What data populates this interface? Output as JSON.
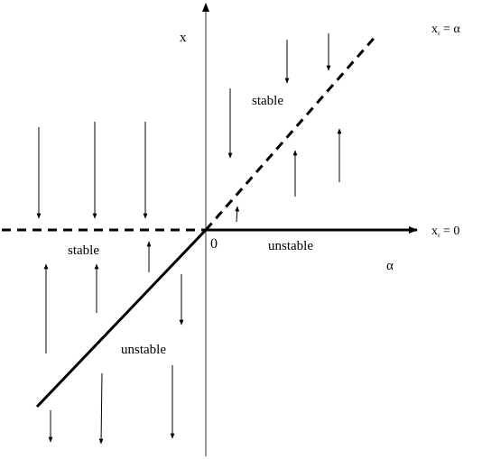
{
  "axes": {
    "y_label": "x",
    "x_label": "α",
    "origin_label": "0"
  },
  "equilibria": {
    "diagonal": {
      "var": "x",
      "sub": "ε",
      "rhs": "= α"
    },
    "horizontal": {
      "var": "x",
      "sub": "ε",
      "rhs": "= 0"
    }
  },
  "region_labels": {
    "upper_right": "stable",
    "right": "unstable",
    "left": "stable",
    "lower_left": "unstable"
  },
  "line_styles": {
    "negative_alpha_zero_branch": "dashed",
    "positive_alpha_zero_branch": "solid",
    "positive_alpha_diagonal_branch": "dashed",
    "negative_alpha_diagonal_branch": "solid"
  },
  "flow_arrows": [
    "down",
    "down",
    "down",
    "up",
    "up",
    "up",
    "down",
    "down",
    "down",
    "up",
    "up",
    "up",
    "down",
    "down",
    "down",
    "down"
  ],
  "colors": {
    "ink": "#000000",
    "axis": "#555555",
    "background": "#ffffff"
  }
}
